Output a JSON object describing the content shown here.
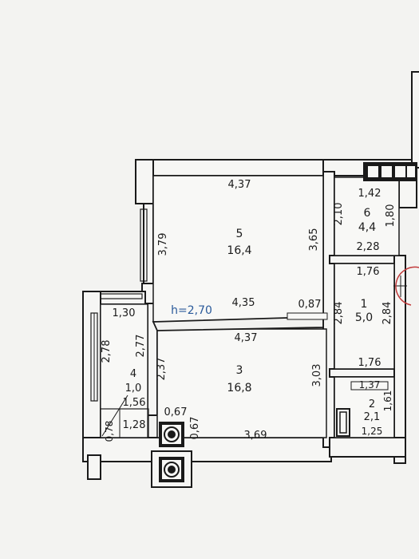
{
  "ceiling_height": "h=2,70",
  "rooms": [
    {
      "number": "5",
      "area": "16,4"
    },
    {
      "number": "3",
      "area": "16,8"
    },
    {
      "number": "6",
      "area": "4,4"
    },
    {
      "number": "1",
      "area": "5,0"
    },
    {
      "number": "2",
      "area": "2,1"
    },
    {
      "number": "4",
      "area": "1,0"
    }
  ],
  "dimensions": {
    "r5_top": "4,37",
    "r5_left": "3,79",
    "r5_right": "3,65",
    "r5_bottom": "4,35",
    "door_87": "0,87",
    "r3_top": "4,37",
    "r3_left": "2,37",
    "r3_right": "3,03",
    "r3_bottom": "3,69",
    "r6_top": "1,42",
    "r6_left": "2,10",
    "r6_right": "1,80",
    "r6_bottom": "2,28",
    "r1_top": "1,76",
    "r1_left": "2,84",
    "r1_right": "2,84",
    "r1_bottom": "1,76",
    "r2_top": "1,37",
    "r2_right": "1,61",
    "r2_bottom": "1,25",
    "balc_top": "1,30",
    "balc_left": "2,78",
    "balc_right": "2,77",
    "balc_156": "1,56",
    "balc_128": "1,28",
    "balc_078": "0,78",
    "shaft_top": "0,67",
    "shaft_right": "0,67"
  }
}
